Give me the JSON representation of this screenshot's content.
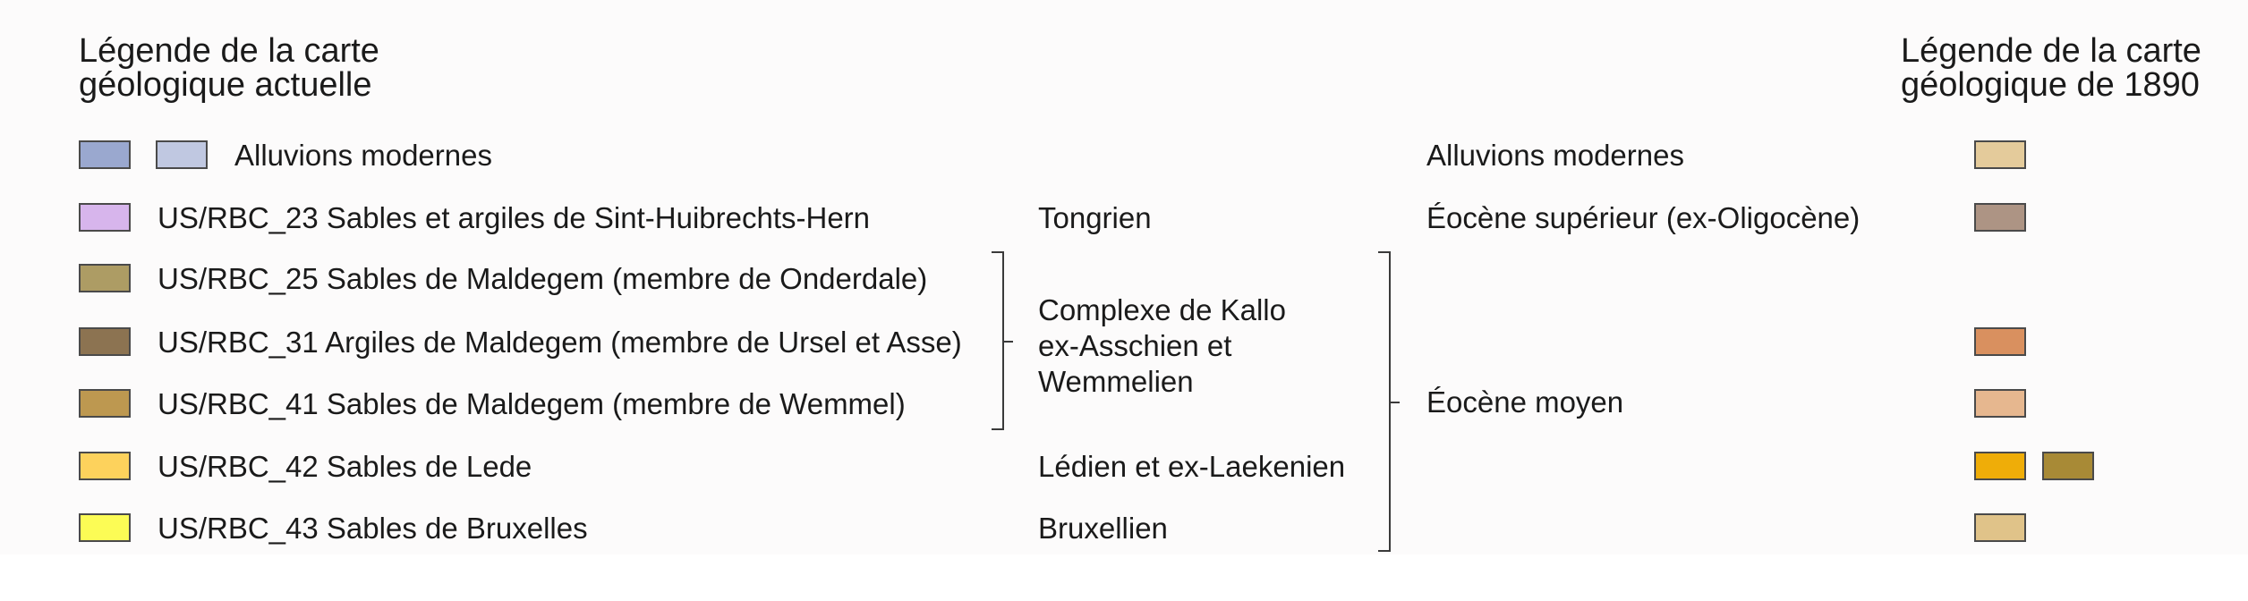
{
  "left_title": [
    "Légende de la carte",
    "géologique actuelle"
  ],
  "right_title": [
    "Légende de la carte",
    "géologique de 1890"
  ],
  "rows": [
    {
      "label": "Alluvions modernes",
      "left_swatches": [
        "#9aa8cf",
        "#c0c8e1"
      ],
      "mid": "",
      "right": "Alluvions modernes",
      "right_swatches": [
        "#e4cb9b"
      ]
    },
    {
      "label": "US/RBC_23 Sables et argiles de Sint-Huibrechts-Hern",
      "left_swatches": [
        "#d7b5ec"
      ],
      "mid": "Tongrien",
      "right": "Éocène supérieur (ex-Oligocène)",
      "right_swatches": [
        "#ad9484"
      ]
    },
    {
      "label": "US/RBC_25 Sables de Maldegem (membre de Onderdale)",
      "left_swatches": [
        "#ad9c64"
      ],
      "mid": "",
      "right": "",
      "right_swatches": []
    },
    {
      "label": "US/RBC_31 Argiles de Maldegem (membre de Ursel et Asse)",
      "left_swatches": [
        "#8c7351"
      ],
      "mid": "",
      "right": "",
      "right_swatches": [
        "#d9905f"
      ]
    },
    {
      "label": "US/RBC_41 Sables de Maldegem (membre de Wemmel)",
      "left_swatches": [
        "#bd9850"
      ],
      "mid": "",
      "right": "",
      "right_swatches": [
        "#e6b78f"
      ]
    },
    {
      "label": "US/RBC_42 Sables de Lede",
      "left_swatches": [
        "#fdd25c"
      ],
      "mid": "Lédien et ex-Laekenien",
      "right": "",
      "right_swatches": [
        "#efad08",
        "#a88a36"
      ]
    },
    {
      "label": "US/RBC_43 Sables de Bruxelles",
      "left_swatches": [
        "#fcfc55"
      ],
      "mid": "Bruxellien",
      "right": "",
      "right_swatches": [
        "#e0c389"
      ]
    }
  ],
  "group_mid": [
    "Complexe de Kallo",
    "ex-Asschien et",
    "Wemmelien"
  ],
  "group_right": "Éocène moyen"
}
